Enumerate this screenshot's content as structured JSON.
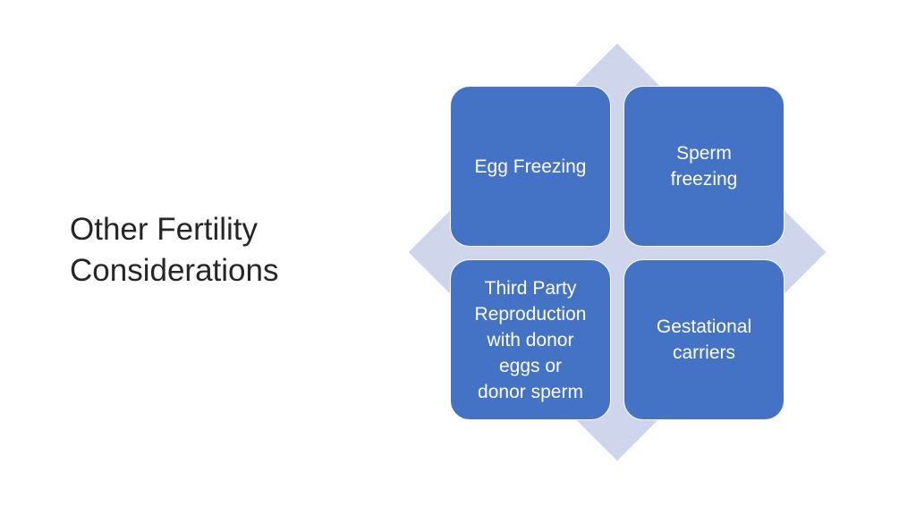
{
  "slide": {
    "title_line1": "Other Fertility",
    "title_line2": "Considerations"
  },
  "diagram": {
    "boxes": [
      {
        "label": "Egg Freezing"
      },
      {
        "label_line1": "Sperm",
        "label_line2": "freezing"
      },
      {
        "label_line1": "Third Party",
        "label_line2": "Reproduction",
        "label_line3": "with donor",
        "label_line4": "eggs or",
        "label_line5": "donor sperm"
      },
      {
        "label_line1": "Gestational",
        "label_line2": "carriers"
      }
    ]
  },
  "colors": {
    "box_fill": "#4472c4",
    "diamond_fill": "#cfd5ea",
    "title_text": "#262626",
    "box_text": "#ffffff"
  }
}
